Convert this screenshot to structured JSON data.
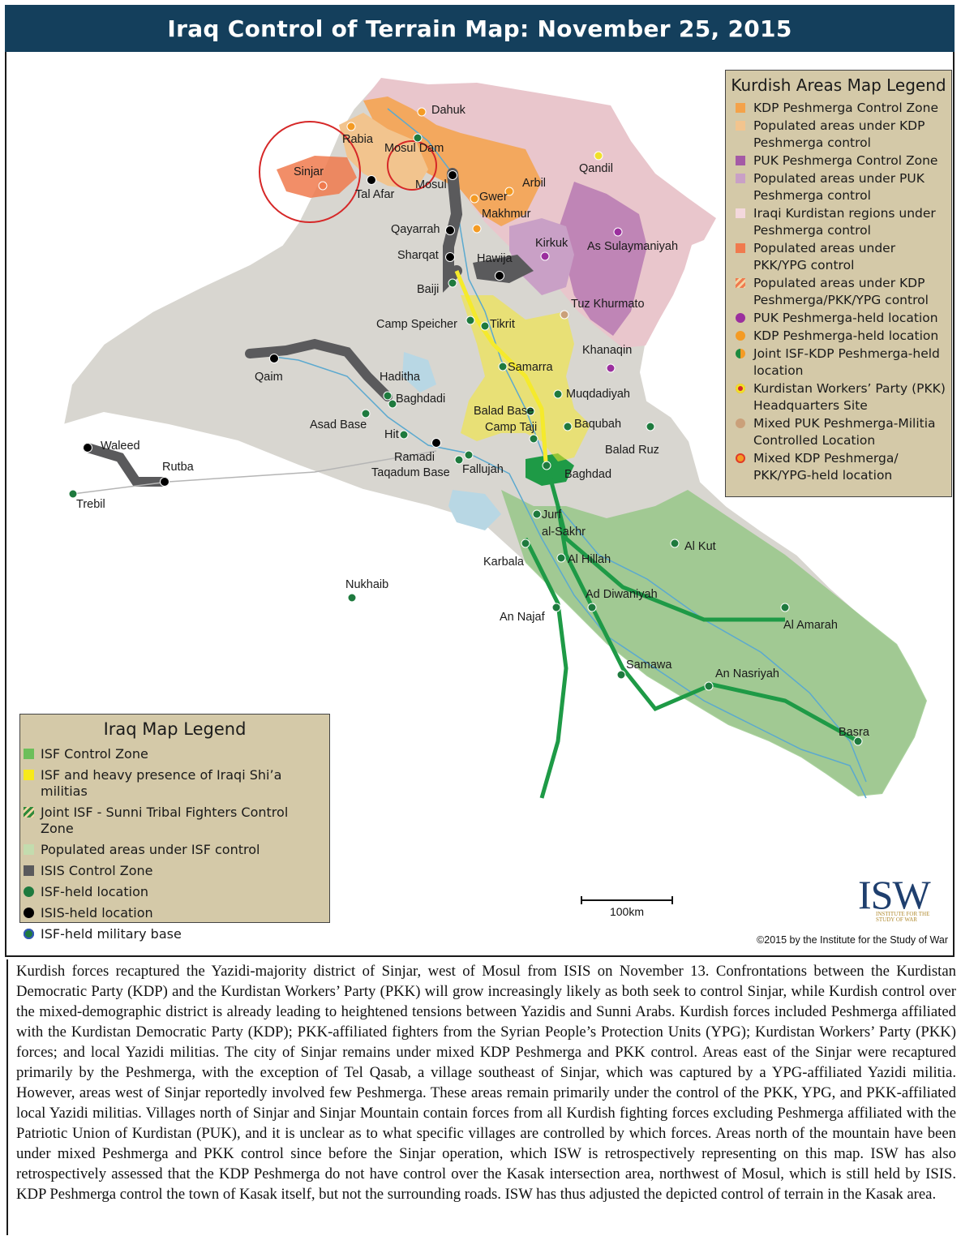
{
  "title": "Iraq Control of Terrain Map: November 25, 2015",
  "colors": {
    "isf_zone": "#8fc47f",
    "isf_route": "#1e9a46",
    "shia_militia": "#f5ea2c",
    "isis": "#5a5a5c",
    "kdp_zone": "#f4a24a",
    "kdp_populated": "#f2c48e",
    "puk_zone": "#a45aa6",
    "puk_populated": "#c9a0c6",
    "kurdistan": "#e9c6cc",
    "pkk_populated": "#f07a4e",
    "land": "#d8d6d0",
    "water": "#b8d7e4",
    "river": "#5ba9cf"
  },
  "map": {
    "places": [
      {
        "name": "Dahuk"
      },
      {
        "name": "Rabia"
      },
      {
        "name": "Mosul Dam"
      },
      {
        "name": "Qandil"
      },
      {
        "name": "Sinjar"
      },
      {
        "name": "Mosul"
      },
      {
        "name": "Arbil"
      },
      {
        "name": "Tal Afar"
      },
      {
        "name": "Gwer"
      },
      {
        "name": "Makhmur"
      },
      {
        "name": "Qayarrah"
      },
      {
        "name": "Kirkuk"
      },
      {
        "name": "As Sulaymaniyah"
      },
      {
        "name": "Sharqat"
      },
      {
        "name": "Hawija"
      },
      {
        "name": "Baiji"
      },
      {
        "name": "Tuz Khurmato"
      },
      {
        "name": "Camp Speicher"
      },
      {
        "name": "Tikrit"
      },
      {
        "name": "Khanaqin"
      },
      {
        "name": "Samarra"
      },
      {
        "name": "Qaim"
      },
      {
        "name": "Haditha"
      },
      {
        "name": "Muqdadiyah"
      },
      {
        "name": "Baghdadi"
      },
      {
        "name": "Balad Base"
      },
      {
        "name": "Asad Base"
      },
      {
        "name": "Baqubah"
      },
      {
        "name": "Camp Taji"
      },
      {
        "name": "Hit"
      },
      {
        "name": "Waleed"
      },
      {
        "name": "Ramadi"
      },
      {
        "name": "Balad Ruz"
      },
      {
        "name": "Rutba"
      },
      {
        "name": "Taqadum Base"
      },
      {
        "name": "Fallujah"
      },
      {
        "name": "Baghdad"
      },
      {
        "name": "Trebil"
      },
      {
        "name": "Jurf"
      },
      {
        "name": "al-Sakhr"
      },
      {
        "name": "Al Kut"
      },
      {
        "name": "Karbala"
      },
      {
        "name": "Al Hillah"
      },
      {
        "name": "Nukhaib"
      },
      {
        "name": "Ad Diwaniyah"
      },
      {
        "name": "An Najaf"
      },
      {
        "name": "Al Amarah"
      },
      {
        "name": "Samawa"
      },
      {
        "name": "An Nasriyah"
      },
      {
        "name": "Basra"
      }
    ]
  },
  "kurdish_legend": {
    "title": "Kurdish Areas Map Legend",
    "items": [
      {
        "label": "KDP Peshmerga Control Zone",
        "color": "#f4a24a",
        "shape": "square"
      },
      {
        "label": "Populated areas under KDP Peshmerga control",
        "color": "#f2c48e",
        "shape": "square"
      },
      {
        "label": "PUK Peshmerga Control Zone",
        "color": "#a45aa6",
        "shape": "square"
      },
      {
        "label": "Populated areas under PUK Peshmerga control",
        "color": "#c9a0c6",
        "shape": "square"
      },
      {
        "label": "Iraqi Kurdistan regions under Peshmerga control",
        "color": "#f3d8dc",
        "shape": "square"
      },
      {
        "label": "Populated areas under PKK/YPG control",
        "color": "#f07a4e",
        "shape": "square"
      },
      {
        "label": "Populated areas under  KDP Peshmerga/PKK/YPG control",
        "color": "#f07a4e",
        "shape": "hatched"
      },
      {
        "label": "PUK Peshmerga-held location",
        "color": "#9b2f9e",
        "shape": "dot"
      },
      {
        "label": "KDP Peshmerga-held location",
        "color": "#f49b24",
        "shape": "dot"
      },
      {
        "label": "Joint ISF-KDP Peshmerga-held location",
        "color": "#1e8a3e",
        "shape": "half-dot"
      },
      {
        "label": "Kurdistan Workers’ Party (PKK) Headquarters Site",
        "color": "#f0e02a",
        "shape": "ring-dot"
      },
      {
        "label": "Mixed PUK Peshmerga-Militia Controlled Location",
        "color": "#caa07a",
        "shape": "dot"
      },
      {
        "label": "Mixed KDP Peshmerga/ PKK/YPG-held location",
        "color": "#f49b24",
        "shape": "red-ring-dot"
      }
    ]
  },
  "iraq_legend": {
    "title": "Iraq Map Legend",
    "items": [
      {
        "label": "ISF Control Zone",
        "color": "#6cbf5a",
        "shape": "square"
      },
      {
        "label": "ISF and heavy presence of Iraqi Shi’a militias",
        "color": "#f7ea1a",
        "shape": "square"
      },
      {
        "label": "Joint ISF - Sunni Tribal Fighters Control Zone",
        "color": "#2f8a3a",
        "shape": "hatched"
      },
      {
        "label": "Populated areas under ISF control",
        "color": "#c3dcae",
        "shape": "square"
      },
      {
        "label": "ISIS Control Zone",
        "color": "#5a5a5c",
        "shape": "square"
      },
      {
        "label": "ISF-held location",
        "color": "#1e7a3e",
        "shape": "dot"
      },
      {
        "label": "ISIS-held location",
        "color": "#000000",
        "shape": "dot"
      },
      {
        "label": "ISF-held military base",
        "color": "#1e7a3e",
        "shape": "base-dot"
      }
    ]
  },
  "scale_label": "100km",
  "logo": {
    "text": "ISW",
    "subtitle": "INSTITUTE FOR THE STUDY OF WAR"
  },
  "copyright": "©2015 by the Institute for the Study of War",
  "caption": "Kurdish forces recaptured the Yazidi-majority district of Sinjar, west of Mosul from ISIS on November 13. Confrontations between the Kurdistan Democratic Party (KDP) and the Kurdistan Workers’ Party (PKK) will grow increasingly likely as both seek to control Sinjar, while Kurdish control over the mixed-demographic district is already leading to heightened tensions between Yazidis and Sunni Arabs. Kurdish forces included Peshmerga affiliated with the Kurdistan Democratic Party (KDP); PKK-affiliated fighters from the Syrian People’s Protection Units (YPG); Kurdistan Workers’ Party (PKK) forces; and local Yazidi militias. The city of Sinjar remains under mixed KDP Peshmerga and PKK control. Areas east of the Sinjar were recaptured primarily by the Peshmerga, with the exception of Tel Qasab, a village southeast of Sinjar, which was captured by a YPG-affiliated Yazidi militia. However, areas west of Sinjar reportedly involved few Peshmerga. These areas remain primarily under the control of the PKK, YPG, and PKK-affiliated local Yazidi militias. Villages north of Sinjar and Sinjar Mountain contain forces from all Kurdish fighting forces excluding Peshmerga affiliated with the Patriotic Union of Kurdistan (PUK), and it is unclear as to what specific villages are controlled by which forces. Areas north of the mountain have been under mixed Peshmerga and PKK control since before the Sinjar operation, which ISW is retrospectively representing on this map. ISW has also retrospectively assessed that the KDP Peshmerga do not have control over the Kasak intersection area, northwest of Mosul, which is still held by ISIS. KDP Peshmerga control the town of Kasak itself, but not the surrounding roads. ISW has thus adjusted the depicted control of terrain in the Kasak area."
}
